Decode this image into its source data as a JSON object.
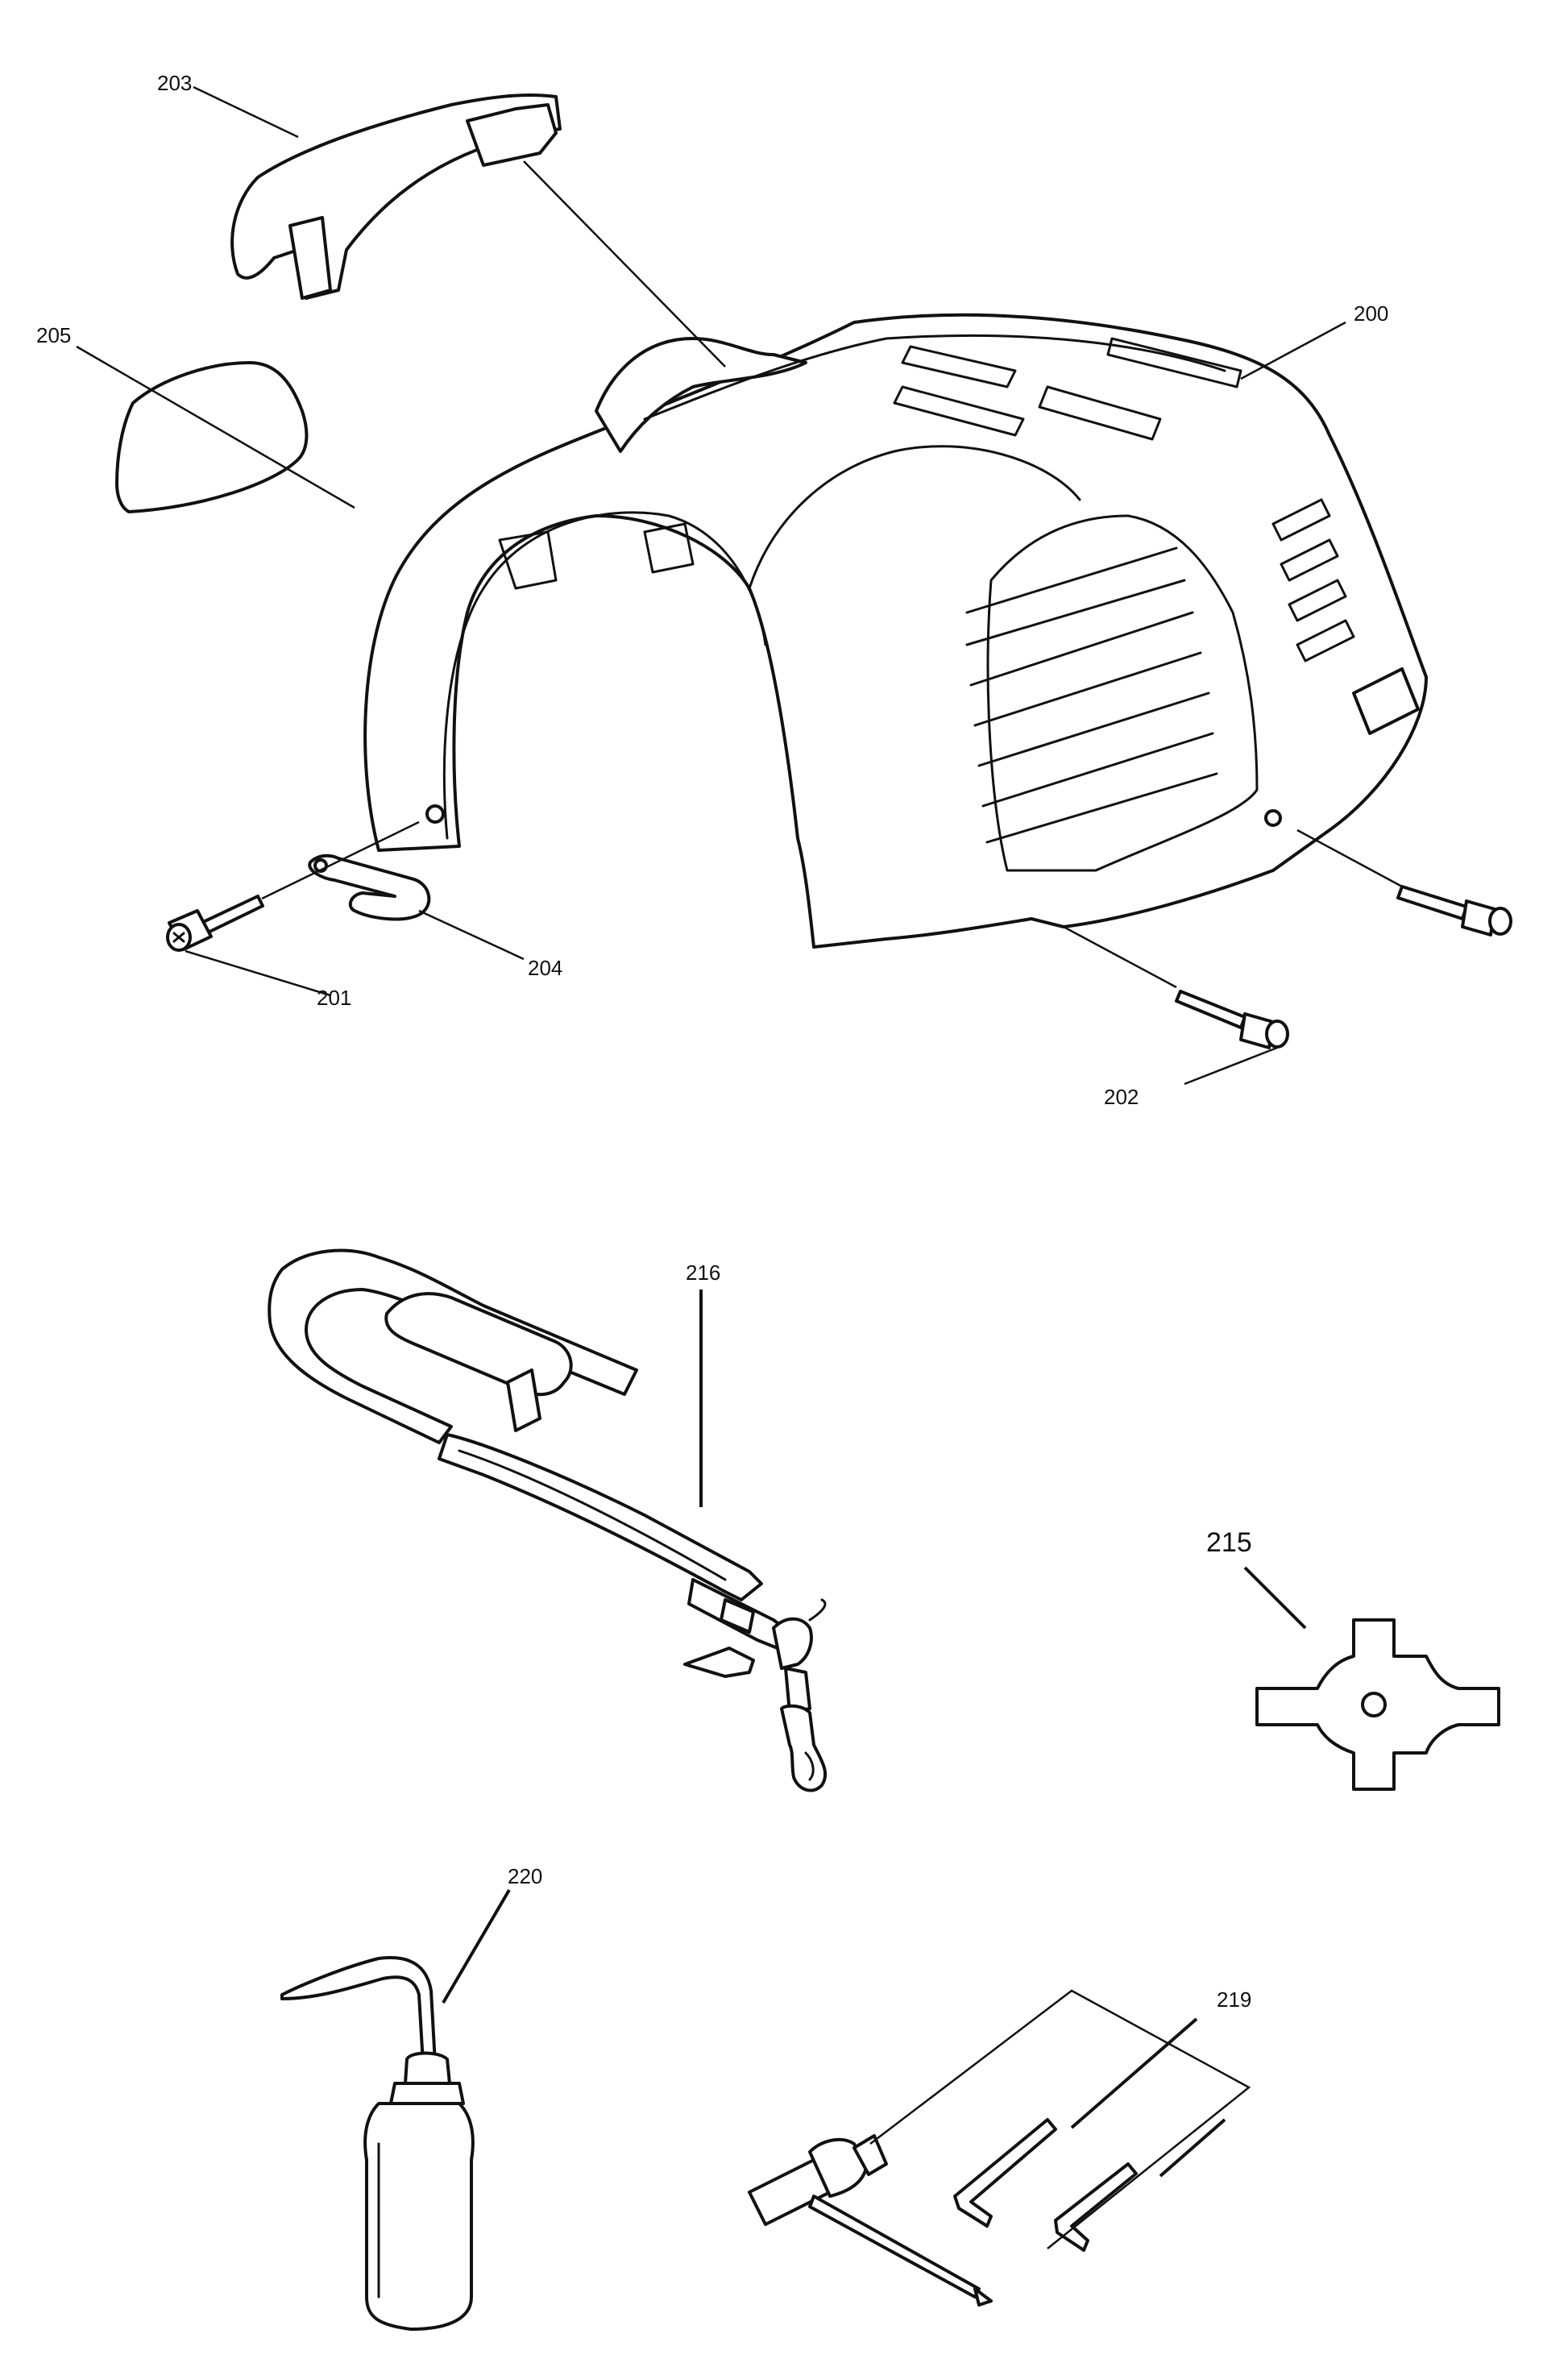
{
  "diagram": {
    "parts": [
      {
        "id": "p200",
        "number": "200"
      },
      {
        "id": "p201",
        "number": "201"
      },
      {
        "id": "p202",
        "number": "202"
      },
      {
        "id": "p203",
        "number": "203"
      },
      {
        "id": "p204",
        "number": "204"
      },
      {
        "id": "p205",
        "number": "205"
      },
      {
        "id": "p215",
        "number": "215"
      },
      {
        "id": "p216",
        "number": "216"
      },
      {
        "id": "p219",
        "number": "219"
      },
      {
        "id": "p220",
        "number": "220"
      }
    ]
  }
}
